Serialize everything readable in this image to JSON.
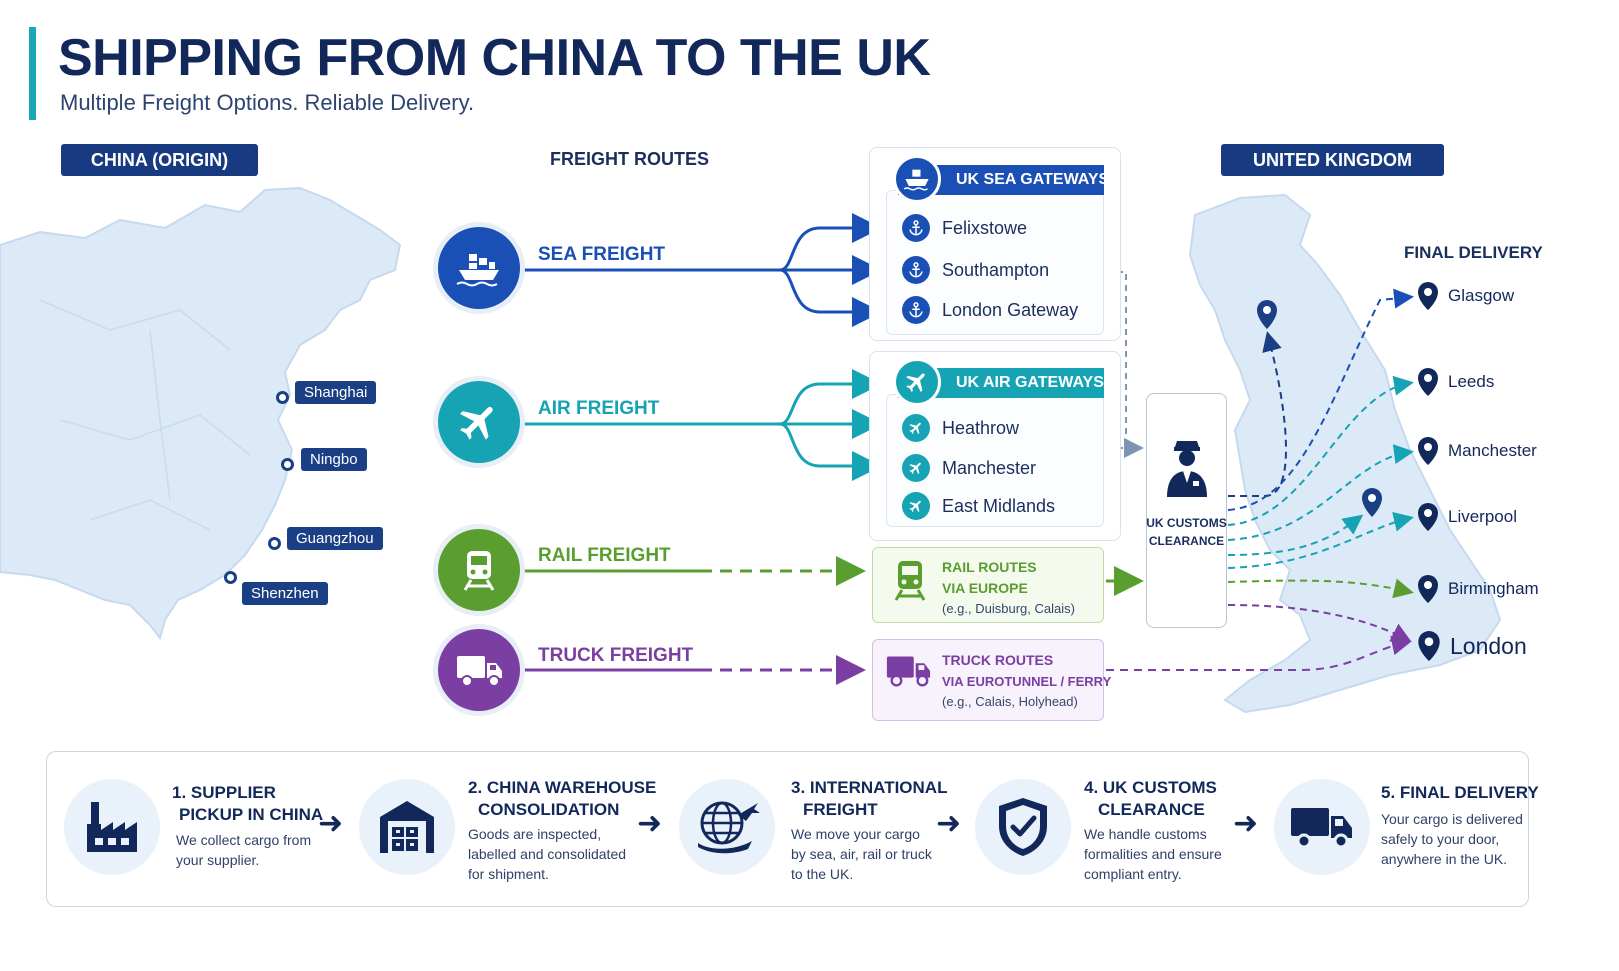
{
  "header": {
    "title": "SHIPPING FROM CHINA TO THE UK",
    "subtitle": "Multiple Freight Options. Reliable Delivery."
  },
  "columns": {
    "origin": "CHINA (ORIGIN)",
    "routes": "FREIGHT ROUTES",
    "destination": "UNITED KINGDOM",
    "final_delivery": "FINAL DELIVERY"
  },
  "origin_ports": [
    "Shanghai",
    "Ningbo",
    "Guangzhou",
    "Shenzhen"
  ],
  "modes": [
    {
      "label": "SEA FREIGHT",
      "color": "#1a4fb5",
      "icon": "ship-icon"
    },
    {
      "label": "AIR FREIGHT",
      "color": "#16a3b4",
      "icon": "plane-icon"
    },
    {
      "label": "RAIL FREIGHT",
      "color": "#5a9e2f",
      "icon": "train-icon"
    },
    {
      "label": "TRUCK FREIGHT",
      "color": "#7b3fa3",
      "icon": "truck-icon"
    }
  ],
  "sea_gateways": {
    "title": "UK SEA GATEWAYS",
    "items": [
      "Felixstowe",
      "Southampton",
      "London Gateway"
    ]
  },
  "air_gateways": {
    "title": "UK AIR GATEWAYS",
    "items": [
      "Heathrow",
      "Manchester",
      "East Midlands"
    ]
  },
  "rail_routes": {
    "title_1": "RAIL ROUTES",
    "title_2": "VIA EUROPE",
    "note": "(e.g., Duisburg, Calais)"
  },
  "truck_routes": {
    "title_1": "TRUCK ROUTES",
    "title_2": "VIA EUROTUNNEL / FERRY",
    "note": "(e.g., Calais, Holyhead)"
  },
  "customs": {
    "line1": "UK CUSTOMS",
    "line2": "CLEARANCE"
  },
  "destinations": [
    "Glasgow",
    "Leeds",
    "Manchester",
    "Liverpool",
    "Birmingham",
    "London"
  ],
  "steps": [
    {
      "title_1": "1. SUPPLIER",
      "title_2": "PICKUP IN CHINA",
      "desc_1": "We collect cargo from",
      "desc_2": "your supplier.",
      "desc_3": "",
      "icon": "factory-icon"
    },
    {
      "title_1": "2. CHINA WAREHOUSE",
      "title_2": "CONSOLIDATION",
      "desc_1": "Goods are inspected,",
      "desc_2": "labelled and consolidated",
      "desc_3": "for shipment.",
      "icon": "warehouse-icon"
    },
    {
      "title_1": "3. INTERNATIONAL",
      "title_2": "FREIGHT",
      "desc_1": "We move your cargo",
      "desc_2": "by sea, air, rail or truck",
      "desc_3": "to the UK.",
      "icon": "globe-plane-icon"
    },
    {
      "title_1": "4. UK CUSTOMS",
      "title_2": "CLEARANCE",
      "desc_1": "We handle customs",
      "desc_2": "formalities and ensure",
      "desc_3": "compliant entry.",
      "icon": "shield-check-icon"
    },
    {
      "title_1": "5. FINAL DELIVERY",
      "title_2": "",
      "desc_1": "Your cargo is delivered",
      "desc_2": "safely to your door,",
      "desc_3": "anywhere in the UK.",
      "icon": "delivery-truck-icon"
    }
  ]
}
